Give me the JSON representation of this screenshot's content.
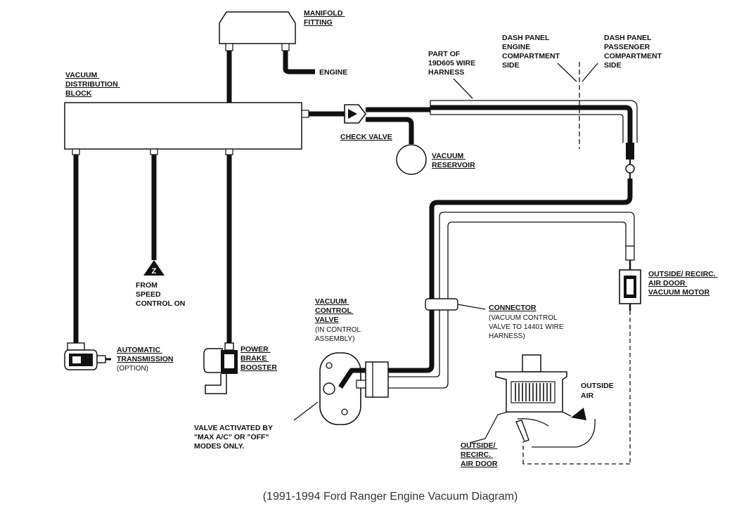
{
  "labels": {
    "manifold_fitting": [
      "MANIFOLD",
      "FITTING"
    ],
    "engine": "ENGINE",
    "vacuum_distribution_block": [
      "VACUUM",
      "DISTRIBUTION",
      "BLOCK"
    ],
    "part_of_harness": [
      "PART OF",
      "19D605 WIRE",
      "HARNESS"
    ],
    "dash_panel_engine": [
      "DASH PANEL",
      "ENGINE",
      "COMPARTMENT",
      "SIDE"
    ],
    "dash_panel_passenger": [
      "DASH PANEL",
      "PASSENGER",
      "COMPARTMENT",
      "SIDE"
    ],
    "check_valve": "CHECK VALVE",
    "vacuum_reservoir": [
      "VACUUM",
      "RESERVOIR"
    ],
    "z_marker": "Z",
    "from_speed_control": [
      "FROM",
      "SPEED",
      "CONTROL ON"
    ],
    "outside_recirc_motor": [
      "OUTSIDE/ RECIRC.",
      "AIR DOOR",
      "VACUUM MOTOR"
    ],
    "vacuum_control_valve": [
      "VACUUM",
      "CONTROL",
      "VALVE"
    ],
    "vacuum_control_valve_note": [
      "(IN CONTROL",
      "ASSEMBLY)"
    ],
    "connector": "CONNECTOR",
    "connector_note": [
      "(VACUUM CONTROL",
      "VALVE TO 14401 WIRE",
      "HARNESS)"
    ],
    "automatic_transmission": [
      "AUTOMATIC",
      "TRANSMISSION"
    ],
    "automatic_transmission_note": "(OPTION)",
    "power_brake_booster": [
      "POWER",
      "BRAKE",
      "BOOSTER"
    ],
    "outside_air": [
      "OUTSIDE",
      "AIR"
    ],
    "valve_activated_note": [
      "VALVE ACTIVATED BY",
      "\"MAX A/C\" OR \"OFF\"",
      "MODES ONLY."
    ],
    "outside_recirc_door": [
      "OUTSIDE/",
      "RECIRC.",
      "AIR DOOR"
    ]
  },
  "caption": "(1991-1994 Ford Ranger Engine Vacuum Diagram)"
}
